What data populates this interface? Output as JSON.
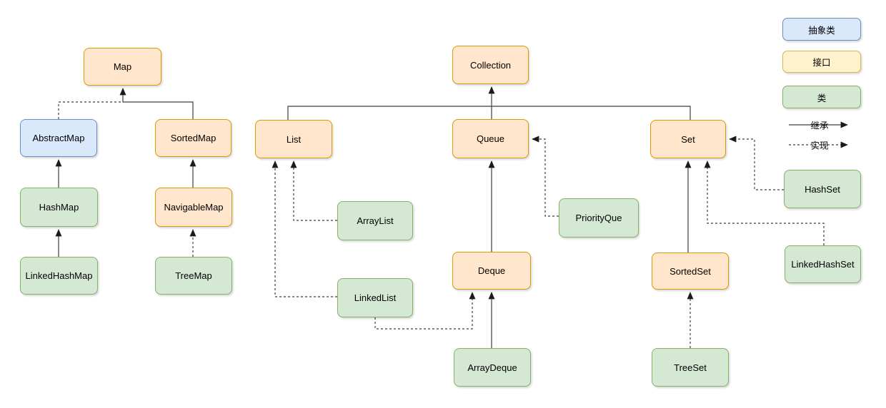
{
  "nodes": {
    "map": "Map",
    "abstractmap": "AbstractMap",
    "sortedmap": "SortedMap",
    "hashmap": "HashMap",
    "navigablemap": "NavigableMap",
    "linkedhashmap": "LinkedHashMap",
    "treemap": "TreeMap",
    "collection": "Collection",
    "list": "List",
    "queue": "Queue",
    "set": "Set",
    "arraylist": "ArrayList",
    "linkedlist": "LinkedList",
    "deque": "Deque",
    "arraydeque": "ArrayDeque",
    "priorityque": "PriorityQue",
    "sortedset": "SortedSet",
    "treeset": "TreeSet",
    "hashset": "HashSet",
    "linkedhashset": "LinkedHashSet"
  },
  "legend": {
    "abstract_class": "抽象类",
    "interface": "接口",
    "class": "类",
    "inheritance": "继承",
    "implementation": "实现"
  },
  "edges": [
    {
      "from": "SortedMap",
      "to": "Map",
      "relation": "inheritance"
    },
    {
      "from": "AbstractMap",
      "to": "Map",
      "relation": "implementation"
    },
    {
      "from": "HashMap",
      "to": "AbstractMap",
      "relation": "inheritance"
    },
    {
      "from": "NavigableMap",
      "to": "SortedMap",
      "relation": "inheritance"
    },
    {
      "from": "LinkedHashMap",
      "to": "HashMap",
      "relation": "inheritance"
    },
    {
      "from": "TreeMap",
      "to": "NavigableMap",
      "relation": "implementation"
    },
    {
      "from": "List",
      "to": "Collection",
      "relation": "inheritance"
    },
    {
      "from": "Queue",
      "to": "Collection",
      "relation": "inheritance"
    },
    {
      "from": "Set",
      "to": "Collection",
      "relation": "inheritance"
    },
    {
      "from": "ArrayList",
      "to": "List",
      "relation": "implementation"
    },
    {
      "from": "LinkedList",
      "to": "List",
      "relation": "implementation"
    },
    {
      "from": "LinkedList",
      "to": "Deque",
      "relation": "implementation"
    },
    {
      "from": "Deque",
      "to": "Queue",
      "relation": "inheritance"
    },
    {
      "from": "ArrayDeque",
      "to": "Deque",
      "relation": "inheritance"
    },
    {
      "from": "PriorityQue",
      "to": "Queue",
      "relation": "implementation"
    },
    {
      "from": "SortedSet",
      "to": "Set",
      "relation": "inheritance"
    },
    {
      "from": "HashSet",
      "to": "Set",
      "relation": "implementation"
    },
    {
      "from": "LinkedHashSet",
      "to": "Set",
      "relation": "implementation"
    },
    {
      "from": "TreeSet",
      "to": "SortedSet",
      "relation": "implementation"
    }
  ],
  "colors": {
    "interface_fill": "#ffe6cc",
    "interface_border": "#d79b00",
    "class_fill": "#d5e8d4",
    "class_border": "#82b366",
    "abstract_fill": "#dae8fc",
    "abstract_border": "#6c8ebf",
    "legend_interface_fill": "#fff2cc",
    "legend_interface_border": "#d6b656",
    "line": "#3f3f3f"
  }
}
